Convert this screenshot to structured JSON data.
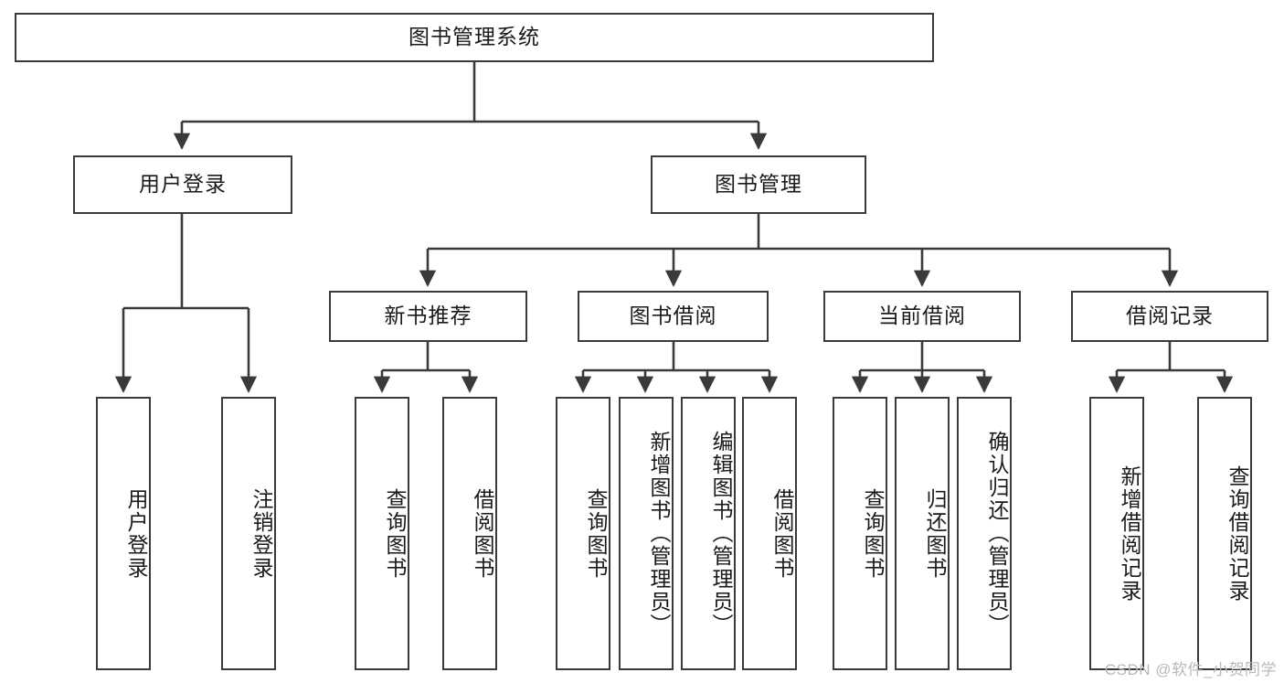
{
  "diagram": {
    "type": "tree-hierarchy",
    "title": "图书管理系统",
    "watermark": "CSDN @软件_小贺同学",
    "root": {
      "id": "root",
      "label": "图书管理系统"
    },
    "level2": [
      {
        "id": "user-login",
        "label": "用户登录"
      },
      {
        "id": "book-manage",
        "label": "图书管理"
      }
    ],
    "level3": [
      {
        "id": "new-book-recommend",
        "label": "新书推荐",
        "parent": "book-manage"
      },
      {
        "id": "book-borrow",
        "label": "图书借阅",
        "parent": "book-manage"
      },
      {
        "id": "current-borrow",
        "label": "当前借阅",
        "parent": "book-manage"
      },
      {
        "id": "borrow-record",
        "label": "借阅记录",
        "parent": "book-manage"
      }
    ],
    "leaves": [
      {
        "id": "leaf-user-login",
        "label": "用户登录",
        "parent": "user-login"
      },
      {
        "id": "leaf-logout-login",
        "label": "注销登录",
        "parent": "user-login"
      },
      {
        "id": "leaf-query-book-1",
        "label": "查询图书",
        "parent": "new-book-recommend"
      },
      {
        "id": "leaf-borrow-book-1",
        "label": "借阅图书",
        "parent": "new-book-recommend"
      },
      {
        "id": "leaf-query-book-2",
        "label": "查询图书",
        "parent": "book-borrow"
      },
      {
        "id": "leaf-add-book",
        "label": "新增图书（管理员）",
        "parent": "book-borrow"
      },
      {
        "id": "leaf-edit-book",
        "label": "编辑图书（管理员）",
        "parent": "book-borrow"
      },
      {
        "id": "leaf-borrow-book-2",
        "label": "借阅图书",
        "parent": "book-borrow"
      },
      {
        "id": "leaf-query-book-3",
        "label": "查询图书",
        "parent": "current-borrow"
      },
      {
        "id": "leaf-return-book",
        "label": "归还图书",
        "parent": "current-borrow"
      },
      {
        "id": "leaf-confirm-return",
        "label": "确认归还（管理员）",
        "parent": "current-borrow"
      },
      {
        "id": "leaf-add-record",
        "label": "新增借阅记录",
        "parent": "borrow-record"
      },
      {
        "id": "leaf-query-record",
        "label": "查询借阅记录",
        "parent": "borrow-record"
      }
    ],
    "colors": {
      "stroke": "#3a3a3a",
      "background": "#ffffff",
      "text": "#1a1a1a",
      "watermark": "#b9b9b9"
    }
  }
}
